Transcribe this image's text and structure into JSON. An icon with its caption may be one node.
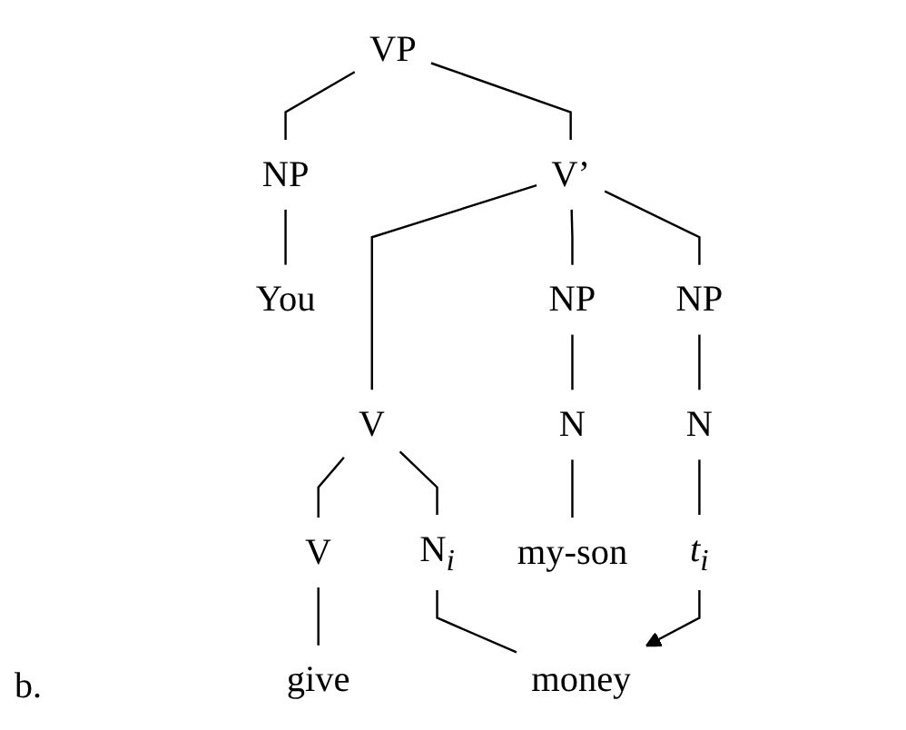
{
  "diagram": {
    "nodes": [
      {
        "text": [
          "VP"
        ]
      },
      {
        "text": [
          "NP"
        ]
      },
      {
        "text": [
          "V’"
        ]
      },
      {
        "text": [
          "You"
        ]
      },
      {
        "text": [
          "V"
        ]
      },
      {
        "text": [
          "NP"
        ]
      },
      {
        "text": [
          "NP"
        ]
      },
      {
        "text": [
          "V"
        ]
      },
      {
        "text": [
          "N$_{i}$"
        ]
      },
      {
        "text": [
          "N"
        ]
      },
      {
        "text": [
          "N"
        ]
      },
      {
        "text": [
          "give"
        ]
      },
      {
        "text": [
          "money"
        ]
      },
      {
        "text": [
          "my-son"
        ]
      },
      {
        "text": [
          "*t*$_{i}$"
        ]
      }
    ],
    "edges": [
      {
        "from": 0,
        "to": 1,
        "arrow": "none"
      },
      {
        "from": 0,
        "to": 2,
        "arrow": "none"
      },
      {
        "from": 1,
        "to": 3,
        "arrow": "none"
      },
      {
        "from": 2,
        "to": 4,
        "arrow": "none"
      },
      {
        "from": 2,
        "to": 5,
        "arrow": "none"
      },
      {
        "from": 2,
        "to": 6,
        "arrow": "none"
      },
      {
        "from": 4,
        "to": 7,
        "arrow": "none"
      },
      {
        "from": 4,
        "to": 8,
        "arrow": "none"
      },
      {
        "from": 5,
        "to": 9,
        "arrow": "none"
      },
      {
        "from": 6,
        "to": 10,
        "arrow": "none"
      },
      {
        "from": 7,
        "to": 11,
        "arrow": "none"
      },
      {
        "from": 8,
        "to": 12,
        "arrow": "none"
      },
      {
        "from": 9,
        "to": 13,
        "arrow": "none"
      },
      {
        "from": 10,
        "to": 14,
        "arrow": "none"
      },
      {
        "from": 14,
        "to": 12,
        "arrow": "to"
      }
    ],
    "labels": [
      "b."
    ]
  }
}
